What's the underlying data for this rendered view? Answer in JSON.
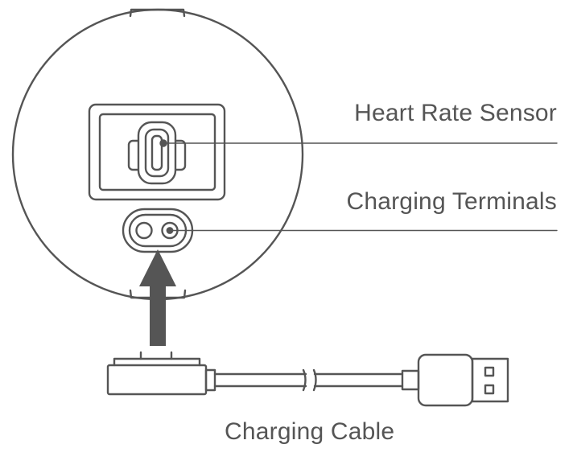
{
  "labels": {
    "heart_rate_sensor": "Heart Rate Sensor",
    "charging_terminals": "Charging Terminals",
    "charging_cable": "Charging Cable"
  },
  "colors": {
    "outline": "#555555",
    "arrow": "#555555",
    "text": "#555555",
    "background": "#ffffff"
  },
  "icons": {
    "device": "round-device-back-view",
    "arrow": "up-arrow",
    "cable": "usb-charging-cable"
  }
}
